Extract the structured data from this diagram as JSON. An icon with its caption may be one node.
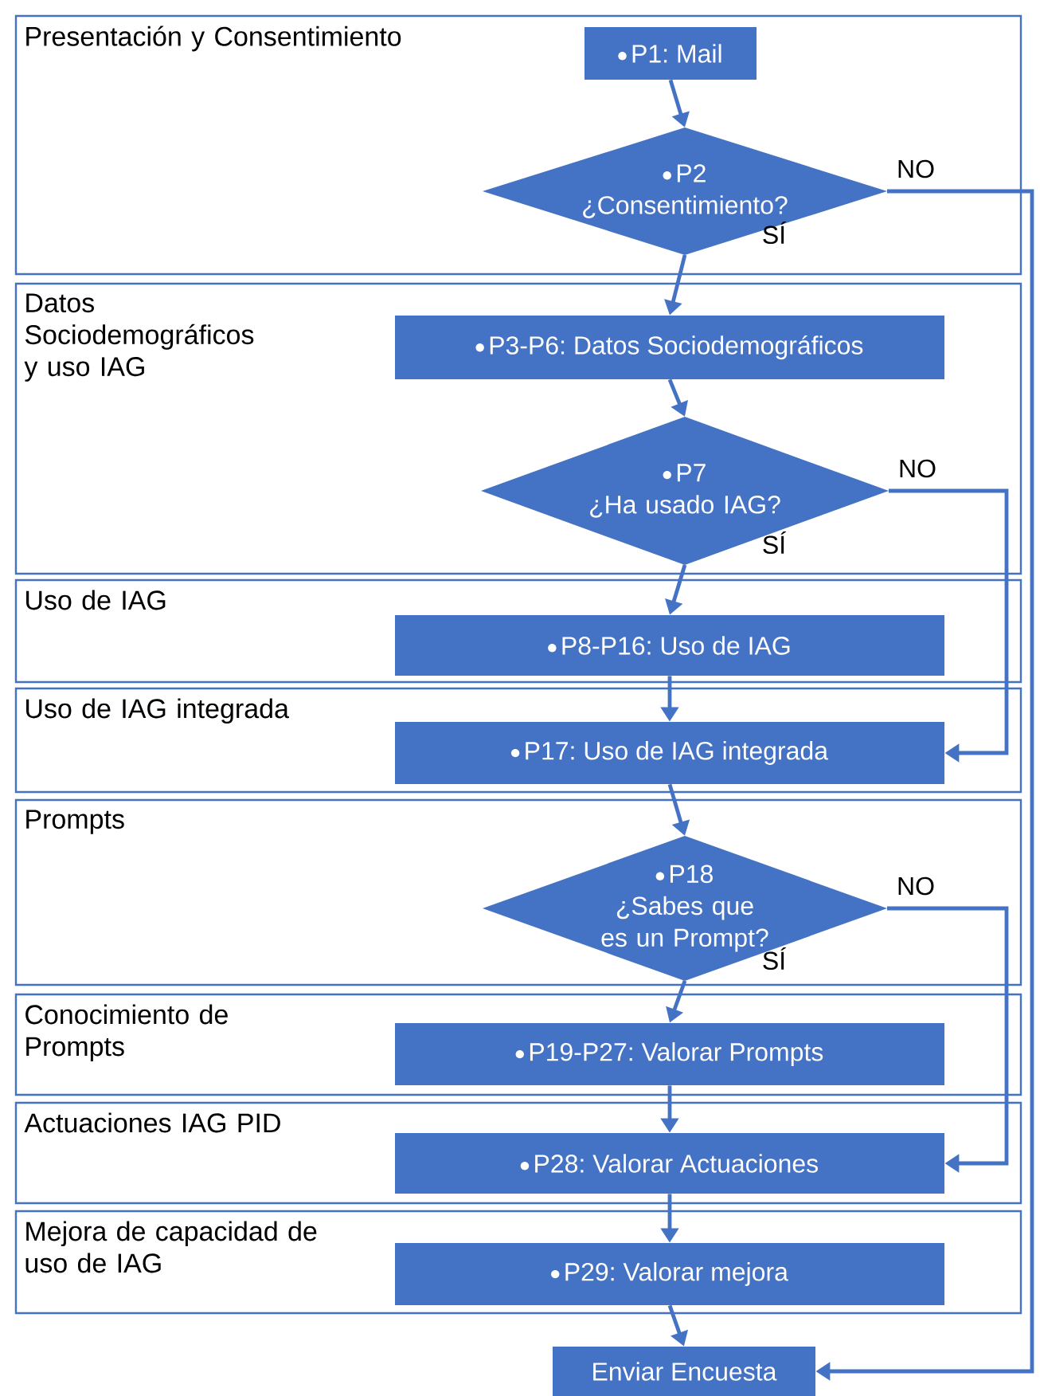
{
  "diagram": {
    "nodes": [
      {
        "text": [
          "Presentación y Consentimiento"
        ]
      },
      {
        "text": [
          "P1: Mail"
        ],
        "in": 0
      },
      {
        "text": [
          "P2",
          "¿Consentimiento?"
        ],
        "in": 0
      },
      {
        "text": [
          "Datos Sociodemográficos y uso IAG"
        ]
      },
      {
        "text": [
          "P3-P6: Datos Sociodemográficos"
        ],
        "in": 3
      },
      {
        "text": [
          "P7",
          "¿Ha usado IAG?"
        ],
        "in": 3
      },
      {
        "text": [
          "Uso de IAG"
        ]
      },
      {
        "text": [
          "P8-P16: Uso de IAG"
        ],
        "in": 6
      },
      {
        "text": [
          "Uso de IAG integrada"
        ]
      },
      {
        "text": [
          "P17: Uso de IAG integrada"
        ],
        "in": 8
      },
      {
        "text": [
          "Prompts"
        ]
      },
      {
        "text": [
          "P18",
          "¿Sabes que es un Prompt?"
        ],
        "in": 10
      },
      {
        "text": [
          "Conocimiento de Prompts"
        ]
      },
      {
        "text": [
          "P19-P27: Valorar Prompts"
        ],
        "in": 12
      },
      {
        "text": [
          "Actuaciones IAG PID"
        ]
      },
      {
        "text": [
          "P28: Valorar Actuaciones"
        ],
        "in": 14
      },
      {
        "text": [
          "Mejora de capacidad de uso de IAG"
        ]
      },
      {
        "text": [
          "P29: Valorar mejora"
        ],
        "in": 16
      },
      {
        "text": [
          "Enviar Encuesta"
        ]
      }
    ],
    "edges": [
      {
        "from": 1,
        "to": 2,
        "arrow": "to"
      },
      {
        "from": 2,
        "to": 4,
        "arrow": "to",
        "label": "SÍ"
      },
      {
        "from": 2,
        "to": 18,
        "arrow": "to",
        "label": "NO"
      },
      {
        "from": 4,
        "to": 5,
        "arrow": "to"
      },
      {
        "from": 5,
        "to": 7,
        "arrow": "to",
        "label": "SÍ"
      },
      {
        "from": 5,
        "to": 9,
        "arrow": "to",
        "label": "NO"
      },
      {
        "from": 7,
        "to": 9,
        "arrow": "to"
      },
      {
        "from": 9,
        "to": 11,
        "arrow": "to"
      },
      {
        "from": 11,
        "to": 13,
        "arrow": "to",
        "label": "SÍ"
      },
      {
        "from": 11,
        "to": 15,
        "arrow": "to",
        "label": "NO"
      },
      {
        "from": 13,
        "to": 15,
        "arrow": "to"
      },
      {
        "from": 15,
        "to": 17,
        "arrow": "to"
      },
      {
        "from": 17,
        "to": 18,
        "arrow": "to"
      }
    ]
  }
}
